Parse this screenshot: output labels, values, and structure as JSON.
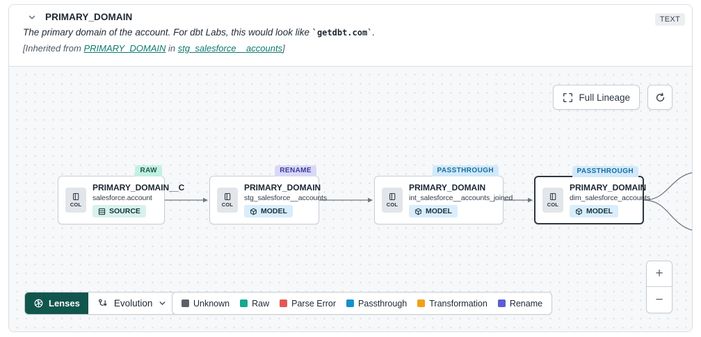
{
  "header": {
    "title": "PRIMARY_DOMAIN",
    "type_badge": "TEXT",
    "description_prefix": "The primary domain of the account. For dbt Labs, this would look like ",
    "description_code": "`getdbt.com`",
    "description_suffix": ".",
    "inherited_prefix": "[Inherited from ",
    "inherited_link_column": "PRIMARY_DOMAIN",
    "inherited_middle": " in ",
    "inherited_link_model": "stg_salesforce__accounts",
    "inherited_suffix": "]"
  },
  "canvas": {
    "full_lineage_label": "Full Lineage",
    "nodes": [
      {
        "badge": "RAW",
        "title": "PRIMARY_DOMAIN__C",
        "subtitle": "salesforce.account",
        "kind": "SOURCE",
        "col_label": "COL"
      },
      {
        "badge": "RENAME",
        "title": "PRIMARY_DOMAIN",
        "subtitle": "stg_salesforce__accounts",
        "kind": "MODEL",
        "col_label": "COL"
      },
      {
        "badge": "PASSTHROUGH",
        "title": "PRIMARY_DOMAIN",
        "subtitle": "int_salesforce__accounts_joined",
        "kind": "MODEL",
        "col_label": "COL"
      },
      {
        "badge": "PASSTHROUGH",
        "title": "PRIMARY_DOMAIN",
        "subtitle": "dim_salesforce_accounts",
        "kind": "MODEL",
        "col_label": "COL"
      }
    ],
    "lenses_label": "Lenses",
    "evolution_label": "Evolution",
    "legend": [
      {
        "label": "Unknown",
        "color": "#5a6068"
      },
      {
        "label": "Raw",
        "color": "#16a88e"
      },
      {
        "label": "Parse Error",
        "color": "#e25757"
      },
      {
        "label": "Passthrough",
        "color": "#1492cb"
      },
      {
        "label": "Transformation",
        "color": "#f1a215"
      },
      {
        "label": "Rename",
        "color": "#5c5cd6"
      }
    ],
    "zoom_in_label": "+",
    "zoom_out_label": "−"
  },
  "icons": {
    "collapse": "chevron-down",
    "full_lineage": "expand-corners",
    "refresh": "refresh-arrow",
    "column": "column",
    "source": "database",
    "model": "cube",
    "lenses": "aperture",
    "evolution": "route-arrows",
    "dropdown": "chevron-down"
  },
  "colors": {
    "accent_teal": "#0c7a6f",
    "lenses_bg": "#11564d",
    "badge_raw_bg": "#c3f0e1",
    "badge_rename_bg": "#d9d8f8",
    "badge_passthrough_bg": "#d2e9fa",
    "canvas_bg": "#f7f8fa",
    "edge": "#6e7780"
  }
}
